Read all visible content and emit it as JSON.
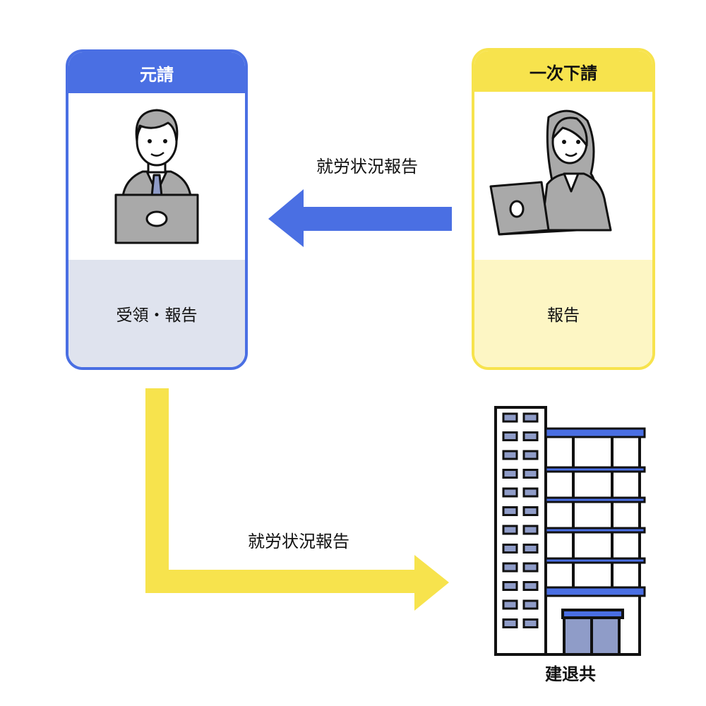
{
  "prime_contractor": {
    "title": "元請",
    "action": "受領・報告"
  },
  "subcontractor": {
    "title": "一次下請",
    "action": "報告"
  },
  "arrow_sub_to_prime": {
    "label": "就労状況報告"
  },
  "arrow_prime_to_org": {
    "label": "就労状況報告"
  },
  "organization": {
    "label": "建退共"
  },
  "colors": {
    "blue": "#4a6fe3",
    "yellow": "#f7e34d",
    "light_blue": "#dfe3ee",
    "light_yellow": "#fdf6c4",
    "window": "#8f9cc8"
  }
}
